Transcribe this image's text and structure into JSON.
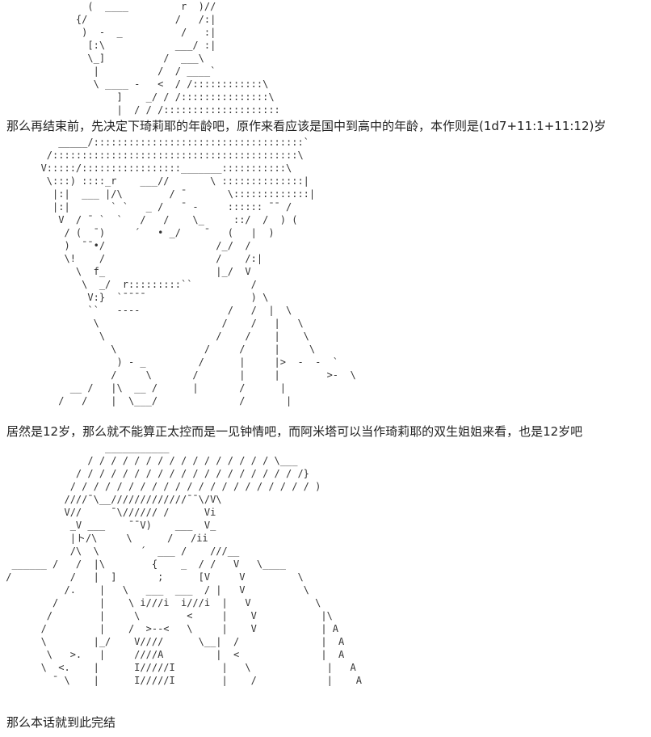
{
  "captions": {
    "first": "那么再结束前，先决定下琦莉耶的年龄吧，原作来看应该是国中到高中的年龄，本作则是(1d7+11:1+11:12)岁",
    "second": "居然是12岁，那么就不能算正太控而是一见钟情吧，而阿米塔可以当作琦莉耶的双生姐姐来看，也是12岁吧",
    "third": "那么本话就到此完结"
  },
  "ascii_art": {
    "top_figure": "               (  ____         r  )//\n             {/               /   /:|\n              )  -  _          /   :|\n               [:\\            ___/ :|\n               \\_]          /  ___\\\n                |          /  / ____`\n                \\ ____ -   <  / /::::::::::::\\\n                    ]    _/ / /:::::::::::::::\\\n                    |  / / /::::::::::::::::::::",
    "middle_figure": "          _____/::::::::::::::::::::::::::::::::::::`\n        /::::::::::::::::::::::::::::::::::::::::::\\\n       V:::::/:::::::::::::::::_______:::::::::::\\\n        \\:::) ::::_r    ___//       \\ ::::::::::::::|\n         |:|  ___ |/\\        / ¯       \\:::::::::::::|\n         |:|       ` `   _ /   ¯ -     :::::: ¯¯ /\n          V  / ¯ `  `   /   /    \\_     ::/  /  ) (\n           / (  ¯)     ´   • _/    ¯   (   |  )\n           )  ¯¯•/                   /_/  /\n           \\!    /                   /    /:|\n             \\  f_                   |_/  V\n              \\  _/  r:::::::::``          /\n               V:}  `¯¯¯¯                  ) \\\n               ``   ----               /   /  |  \\\n                \\                     /    /   |   \\\n                 \\                   /    /    |    \\\n                   \\               /     /     |     \\\n                    ) - _         /      |     |>  -  -  `\n                   /     \\       /       |     |        >-  \\\n            __ /   |\\  __ /      |       /      |\n          /   /    |  \\___/              /       |",
    "bottom_figure": "                  ___________\n               / / / / / / / / / / / / / / / / \\___\n             / / / / / / / / / / / / / / / / / / / /}\n            / / / / / / / / / / / / / / / / / / / / / )\n           ////¯\\__/////////////¯¯\\/V\\\n           V//     ¯\\////// /      Vi\n            _V ___    ¯¯V)    ___  V_\n            |ト/\\     \\      /   /ii\n            /\\  \\       ´  ___ /    ///__\n  ______ /   /  |\\        {    _  / /   V   \\____\n /          /   |  ]       ;      [V     V         \\\n           /.    |   \\   ___  ___  / |   V          \\\n         /       |    \\ i///i  i///i  |   V           \\\n        /        |     \\        <     |    V           |\\\n       /         |    /  >--<   \\     |    V           | A\n       \\        |_/    V////      \\__|  /              |  A\n        \\   >.   |     ////A         |  <              |  A\n       \\  <.    |      I/////I        |   \\             |   A\n         ¯ \\    |      I/////I        |    /            |    A"
  }
}
